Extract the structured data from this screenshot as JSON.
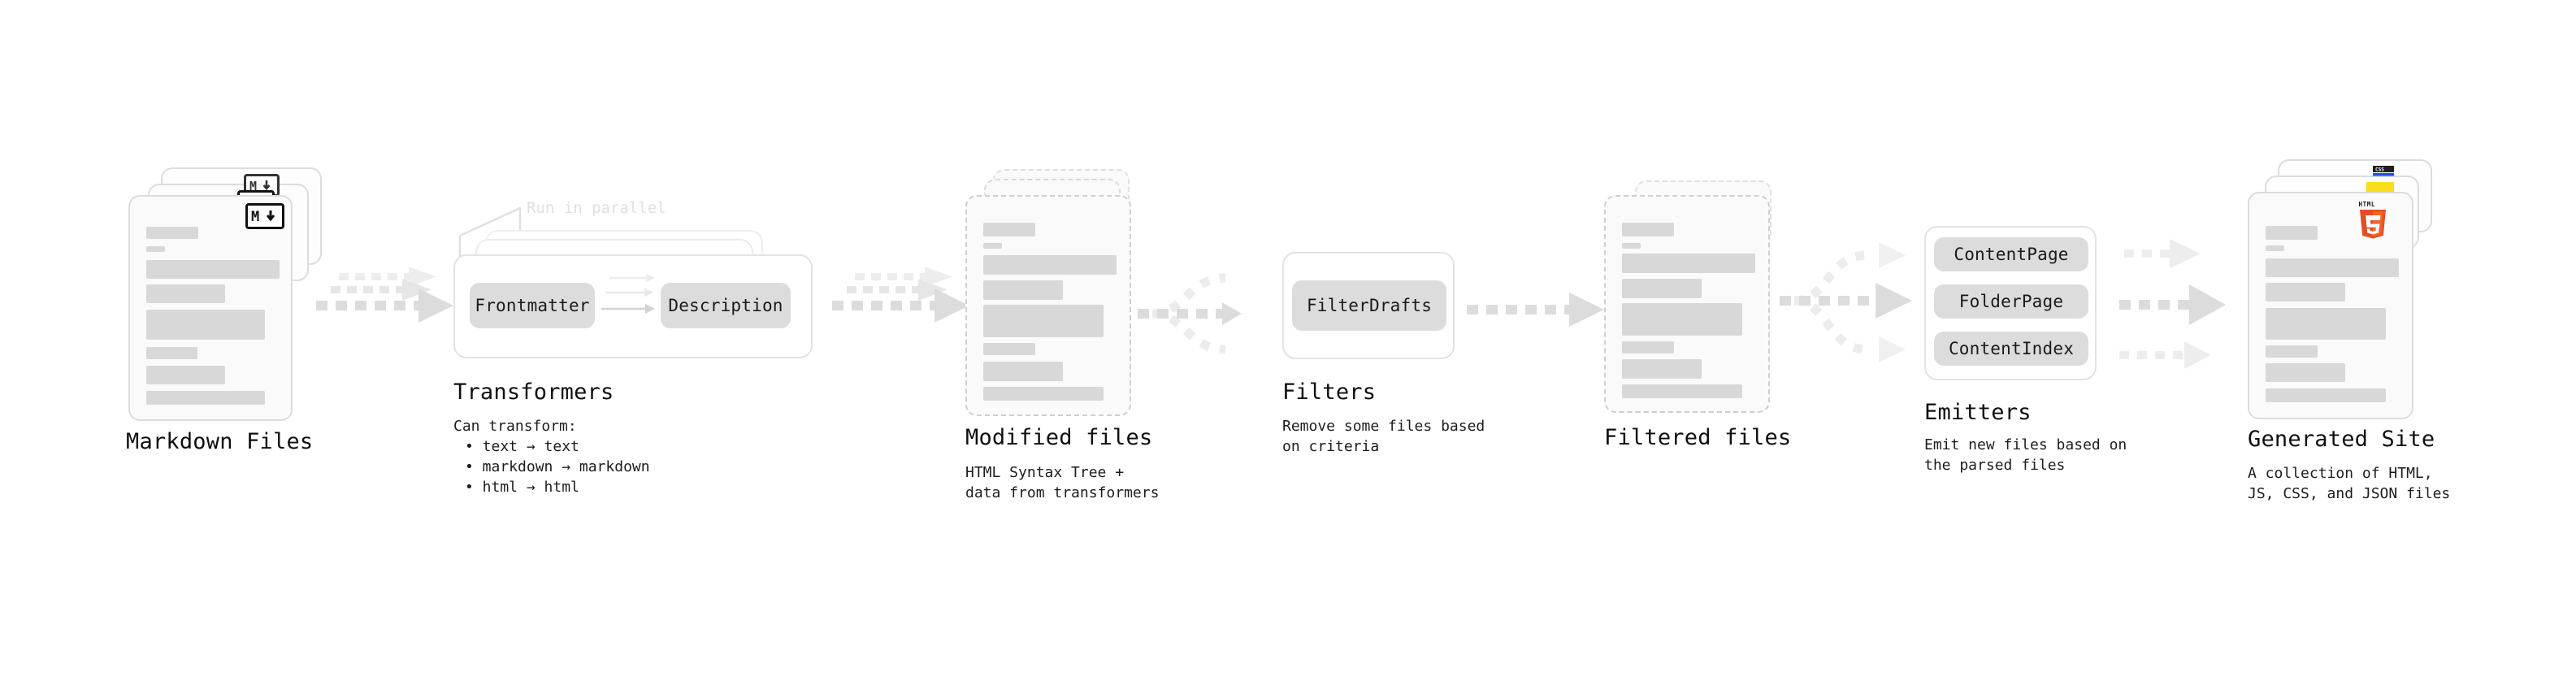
{
  "diagram": {
    "title": "Quartz build pipeline",
    "background": "#ffffff",
    "accent_gray": "#d8d8d8",
    "text_color": "#0f0f0f"
  },
  "stages": [
    {
      "id": "markdown-files",
      "title": "Markdown Files",
      "subtitle": "",
      "icon": "markdown-badge",
      "kind": "document-stack"
    },
    {
      "id": "transformers",
      "title": "Transformers",
      "subtitle": "Can transform:\n• text → text\n• markdown → markdown\n• html → html",
      "note": "Run in parallel",
      "kind": "group",
      "chips": [
        "Frontmatter",
        "Description"
      ]
    },
    {
      "id": "modified-files",
      "title": "Modified files",
      "subtitle": "HTML Syntax Tree +\ndata from transformers",
      "kind": "document-stack-dashed"
    },
    {
      "id": "filters",
      "title": "Filters",
      "subtitle": "Remove some files based\non criteria",
      "kind": "group",
      "chips": [
        "FilterDrafts"
      ]
    },
    {
      "id": "filtered-files",
      "title": "Filtered files",
      "subtitle": "",
      "kind": "document-stack-dashed"
    },
    {
      "id": "emitters",
      "title": "Emitters",
      "subtitle": "Emit new files based on\nthe parsed files",
      "kind": "group",
      "chips": [
        "ContentPage",
        "FolderPage",
        "ContentIndex"
      ]
    },
    {
      "id": "generated-site",
      "title": "Generated Site",
      "subtitle": "A collection of HTML,\nJS, CSS, and JSON files",
      "kind": "document-stack",
      "icons": [
        "css3-badge",
        "js-badge",
        "html5-badge"
      ]
    }
  ],
  "labels": {
    "markdown_files": "Markdown Files",
    "transformers": "Transformers",
    "transformers_sub_head": "Can transform:",
    "transformers_sub_1": "• text → text",
    "transformers_sub_2": "• markdown → markdown",
    "transformers_sub_3": "• html → html",
    "run_in_parallel": "Run in parallel",
    "chip_frontmatter": "Frontmatter",
    "chip_description": "Description",
    "modified_files": "Modified files",
    "modified_files_sub_1": "HTML Syntax Tree +",
    "modified_files_sub_2": "data from transformers",
    "filters": "Filters",
    "filters_sub_1": "Remove some files based",
    "filters_sub_2": "on criteria",
    "chip_filterdrafts": "FilterDrafts",
    "filtered_files": "Filtered files",
    "emitters": "Emitters",
    "emitters_sub_1": "Emit new files based on",
    "emitters_sub_2": "the parsed files",
    "chip_contentpage": "ContentPage",
    "chip_folderpage": "FolderPage",
    "chip_contentindex": "ContentIndex",
    "generated_site": "Generated Site",
    "generated_site_sub_1": "A collection of HTML,",
    "generated_site_sub_2": "JS, CSS, and JSON files"
  },
  "icons": {
    "markdown": {
      "name": "markdown-badge",
      "text": "M↓",
      "border": "#111111"
    },
    "html5": {
      "name": "html5-badge",
      "text": "HTML",
      "color": "#e44d26",
      "accent": "#f16529"
    },
    "js": {
      "name": "js-badge",
      "color": "#f7df1e"
    },
    "css3": {
      "name": "css3-badge",
      "text": "CSS",
      "color": "#264de4"
    }
  },
  "colors": {
    "card_border": "#dcdcdc",
    "card_bg": "#fafafa",
    "skeleton": "#d8d8d8",
    "chip_bg": "#dcdcdc",
    "group_border": "#e3e3e3",
    "arrow_strong": "#d9d9d9",
    "arrow_weak": "#ededed",
    "muted_text": "#e0e0e0"
  }
}
